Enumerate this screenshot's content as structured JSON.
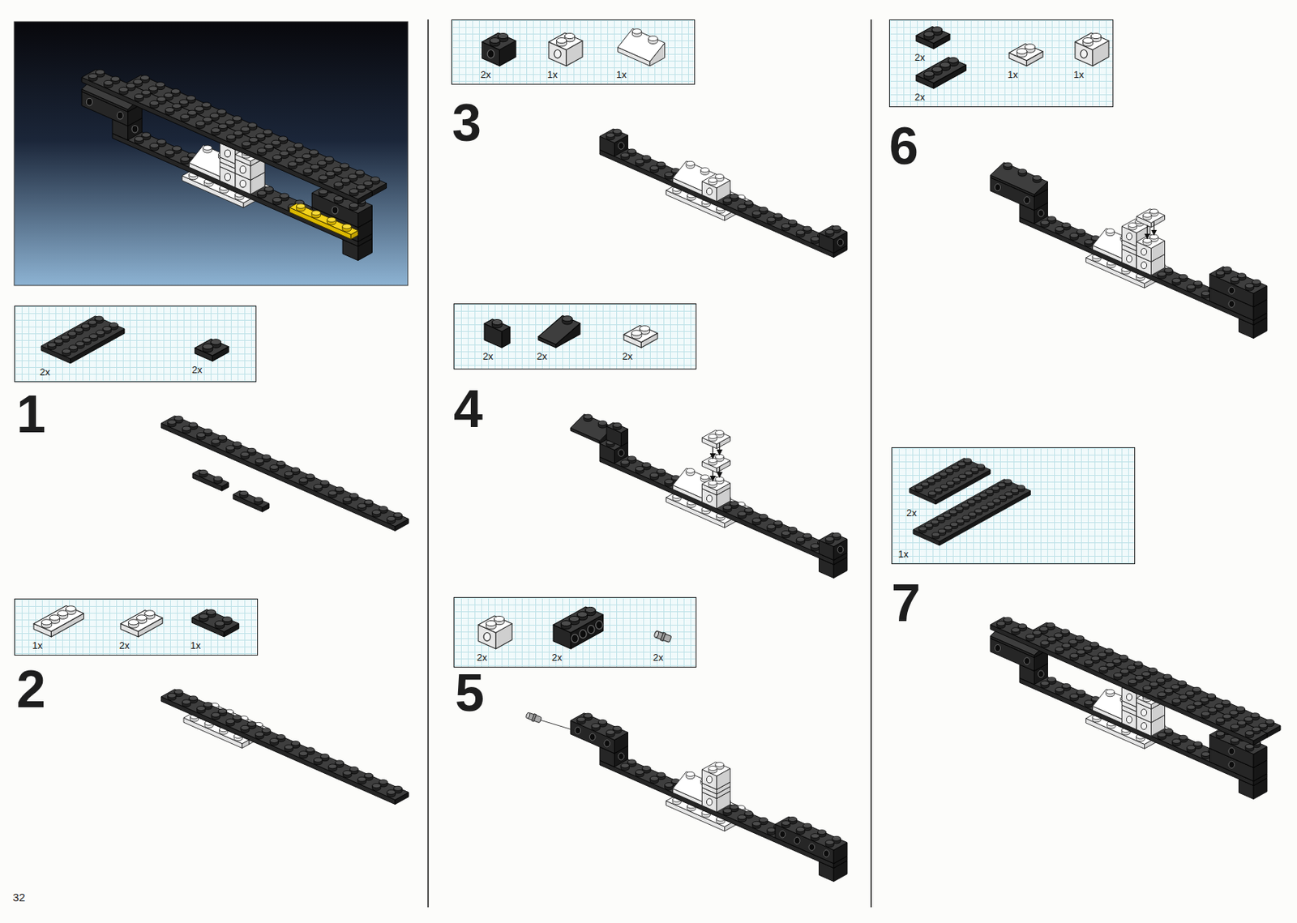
{
  "diagram": {
    "nodes": [
      {
        "text": [
          "2x",
          "2x"
        ]
      },
      {
        "text": [
          "1x",
          "2x",
          "1x"
        ]
      },
      {
        "text": [
          "2x",
          "1x",
          "1x"
        ]
      },
      {
        "text": [
          "2x",
          "2x",
          "2x"
        ]
      },
      {
        "text": [
          "2x",
          "2x",
          "2x"
        ]
      },
      {
        "text": [
          "2x",
          "1x",
          "1x",
          "2x"
        ]
      },
      {
        "text": [
          "2x",
          "1x"
        ]
      }
    ],
    "labels": [
      "1",
      "2",
      "3",
      "4",
      "5",
      "6",
      "7",
      "32"
    ]
  }
}
